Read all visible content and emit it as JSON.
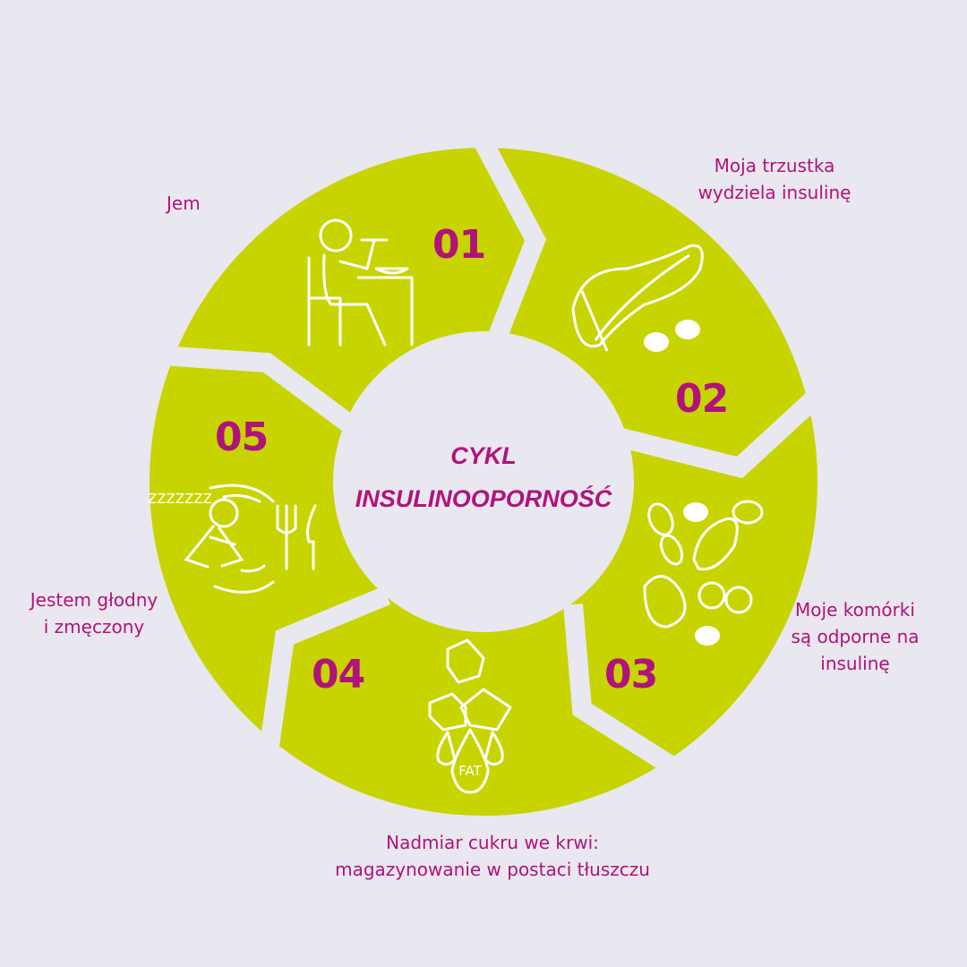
{
  "title": {
    "line1": "CYKL",
    "line2": "INSULINOOPORNOŚĆ"
  },
  "colors": {
    "background": "#e9e7ef",
    "segment": "#c8d400",
    "accent": "#b0137a",
    "icon": "#ffffff"
  },
  "steps": [
    {
      "number": "01",
      "label": "Jem",
      "icon": "person-eating-icon"
    },
    {
      "number": "02",
      "label_lines": [
        "Moja trzustka",
        "wydziela insulinę"
      ],
      "icon": "pancreas-icon"
    },
    {
      "number": "03",
      "label_lines": [
        "Moje komórki",
        "są odporne na",
        "insulinę"
      ],
      "icon": "cells-icon"
    },
    {
      "number": "04",
      "label_lines": [
        "Nadmiar cukru we krwi:",
        "magazynowanie w postaci tłuszczu"
      ],
      "icon": "sugar-fat-icon",
      "icon_text": "FAT"
    },
    {
      "number": "05",
      "label_lines": [
        "Jestem głodny",
        "i zmęczony"
      ],
      "icon": "tired-hungry-icon",
      "icon_text": "ZZZZZZZ"
    }
  ]
}
